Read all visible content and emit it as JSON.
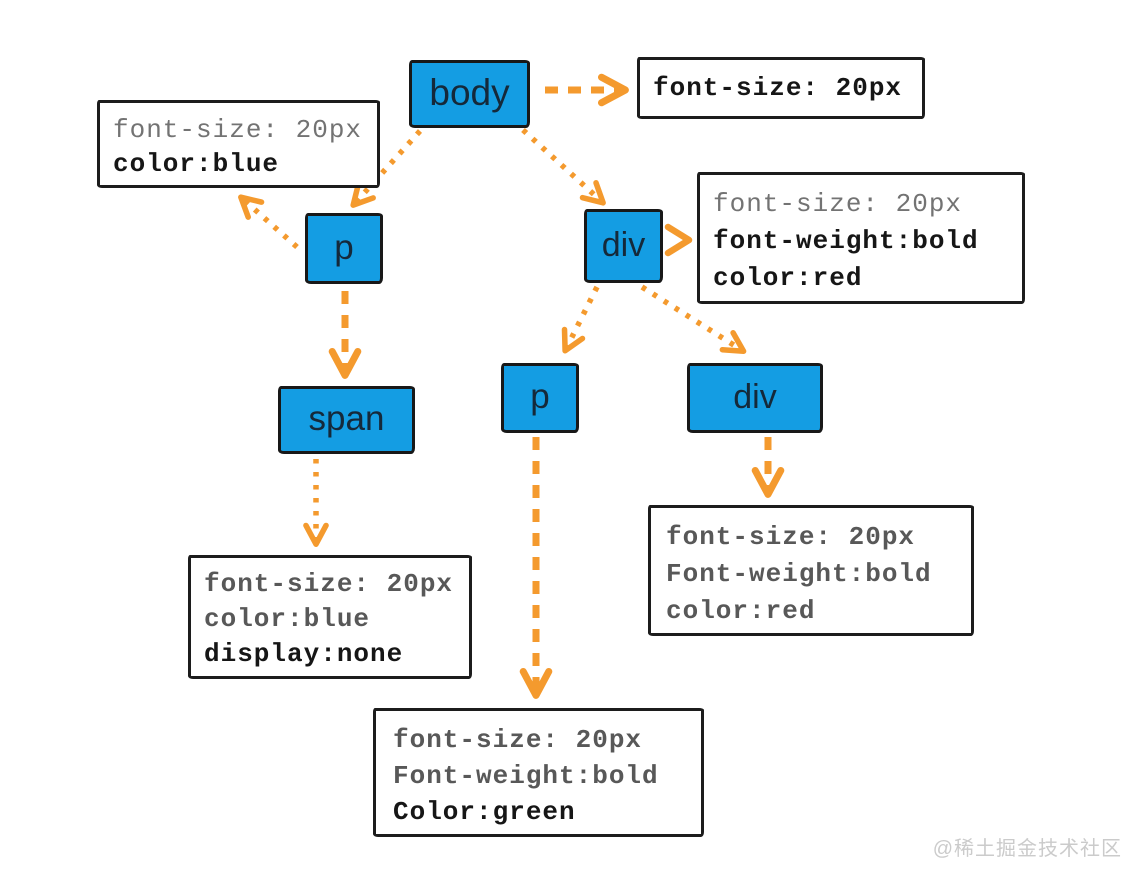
{
  "diagram": {
    "description": "DOM tree showing CSS style inheritance",
    "colors": {
      "node_fill": "#149de3",
      "node_border": "#181818",
      "arrow": "#F49A2E",
      "inherited_text": "#737373",
      "declared_text": "#161616"
    },
    "nodes": {
      "body": {
        "label": "body"
      },
      "p1": {
        "label": "p"
      },
      "div1": {
        "label": "div"
      },
      "span1": {
        "label": "span"
      },
      "p2": {
        "label": "p"
      },
      "div2": {
        "label": "div"
      }
    },
    "rules": {
      "body": {
        "lines": [
          {
            "text": "font-size: 20px",
            "kind": "declared"
          }
        ]
      },
      "p1": {
        "lines": [
          {
            "text": "font-size: 20px",
            "kind": "inherited"
          },
          {
            "text": "color:blue",
            "kind": "declared"
          }
        ]
      },
      "div1": {
        "lines": [
          {
            "text": "font-size: 20px",
            "kind": "inherited"
          },
          {
            "text": "font-weight:bold",
            "kind": "declared"
          },
          {
            "text": "color:red",
            "kind": "declared"
          }
        ]
      },
      "span1": {
        "lines": [
          {
            "text": "font-size: 20px",
            "kind": "inherited-strong"
          },
          {
            "text": "color:blue",
            "kind": "inherited-strong"
          },
          {
            "text": "display:none",
            "kind": "declared"
          }
        ]
      },
      "div2": {
        "lines": [
          {
            "text": "font-size: 20px",
            "kind": "inherited-strong"
          },
          {
            "text": "Font-weight:bold",
            "kind": "inherited-strong"
          },
          {
            "text": "color:red",
            "kind": "inherited-strong"
          }
        ]
      },
      "p2": {
        "lines": [
          {
            "text": "font-size: 20px",
            "kind": "inherited-strong"
          },
          {
            "text": "Font-weight:bold",
            "kind": "inherited-strong"
          },
          {
            "text": "Color:green",
            "kind": "declared"
          }
        ]
      }
    },
    "edges": [
      {
        "from": "body",
        "to": "rule-body",
        "style": "dashed"
      },
      {
        "from": "body",
        "to": "p1",
        "style": "dotted"
      },
      {
        "from": "p1",
        "to": "rule-p1",
        "style": "dotted"
      },
      {
        "from": "body",
        "to": "div1",
        "style": "dotted"
      },
      {
        "from": "div1",
        "to": "rule-div1",
        "style": "chevron"
      },
      {
        "from": "p1",
        "to": "span1",
        "style": "dashed"
      },
      {
        "from": "span1",
        "to": "rule-span1",
        "style": "dotted"
      },
      {
        "from": "div1",
        "to": "p2",
        "style": "dotted"
      },
      {
        "from": "div1",
        "to": "div2",
        "style": "dotted"
      },
      {
        "from": "p2",
        "to": "rule-p2",
        "style": "dashed"
      },
      {
        "from": "div2",
        "to": "rule-div2",
        "style": "dashed"
      }
    ]
  },
  "watermark": {
    "text": "@稀土掘金技术社区"
  }
}
